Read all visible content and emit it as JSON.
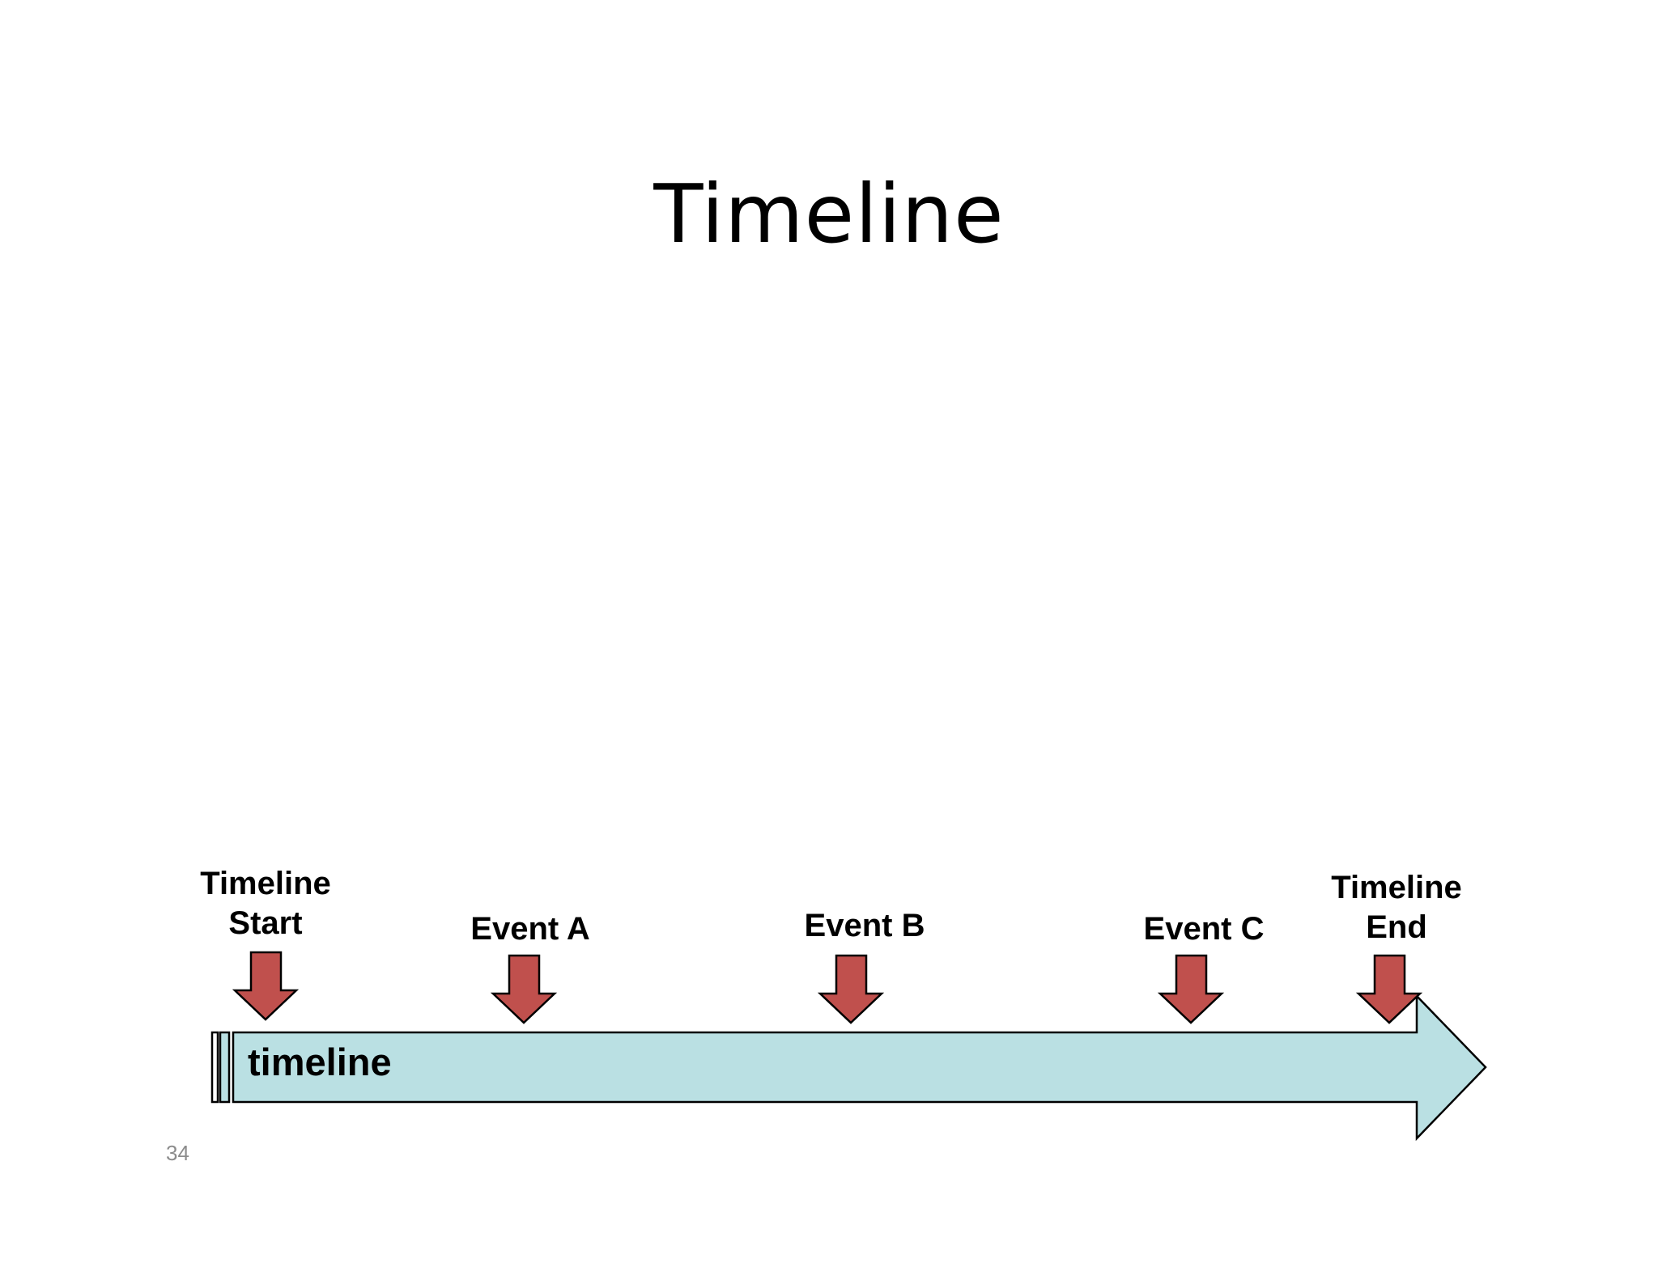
{
  "slide": {
    "title": "Timeline",
    "page_number": "34"
  },
  "timeline": {
    "bar_label": "timeline",
    "bar_color": "#bae0e3",
    "marker_color": "#c0504d",
    "events": [
      {
        "id": "start",
        "label": "Timeline\nStart"
      },
      {
        "id": "event-a",
        "label": "Event A"
      },
      {
        "id": "event-b",
        "label": "Event B"
      },
      {
        "id": "event-c",
        "label": "Event C"
      },
      {
        "id": "end",
        "label": "Timeline\nEnd"
      }
    ]
  }
}
